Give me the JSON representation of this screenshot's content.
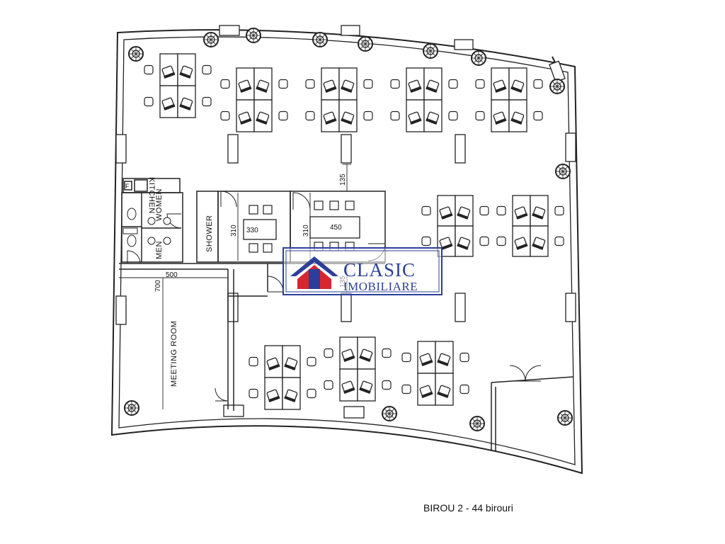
{
  "rooms": {
    "kitchen": "KITCHEN",
    "women": "WOMEN",
    "men": "MEN",
    "shower": "SHOWER",
    "meeting": "MEETING ROOM",
    "fridge": "F"
  },
  "dimensions": {
    "d135_top": "135",
    "d135_mid": "135",
    "d310_a": "310",
    "d310_b": "310",
    "d330": "330",
    "d450": "450",
    "d500": "500",
    "d700": "700"
  },
  "logo": {
    "line1": "CLASIC",
    "line2": "IMOBILIARE",
    "colors": {
      "brand_blue": "#2b3f9a",
      "roof_red": "#d8262f"
    }
  },
  "caption": "BIROU 2 - 44 birouri",
  "colors": {
    "line": "#222222",
    "background": "#ffffff"
  }
}
